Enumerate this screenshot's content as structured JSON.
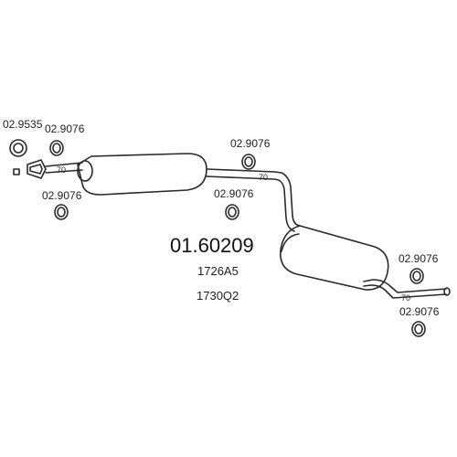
{
  "main_code": "01.60209",
  "oe_codes": [
    "1726A5",
    "1730Q2"
  ],
  "part_labels": {
    "p1": "02.9535",
    "p2": "02.9076",
    "p3": "02.9076",
    "p4": "02.9076",
    "p5": "02.9076",
    "p6": "02.9076",
    "p7": "02.9076"
  },
  "colors": {
    "line": "#2a2a2a",
    "fill": "#ffffff",
    "text": "#222222"
  }
}
